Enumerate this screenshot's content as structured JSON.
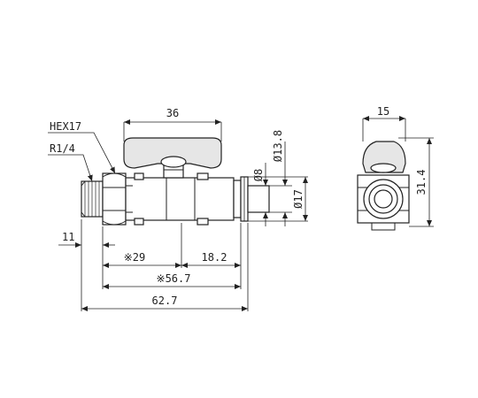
{
  "labels": {
    "dim_36": "36",
    "dim_hex": "HEX17",
    "dim_thread": "R1/4",
    "dim_11": "11",
    "dim_29": "※29",
    "dim_18_2": "18.2",
    "dim_56_7": "※56.7",
    "dim_62_7": "62.7",
    "dim_d8": "Ø8",
    "dim_d13_8": "Ø13.8",
    "dim_d17": "Ø17",
    "dim_15": "15",
    "dim_31_4": "31.4"
  }
}
